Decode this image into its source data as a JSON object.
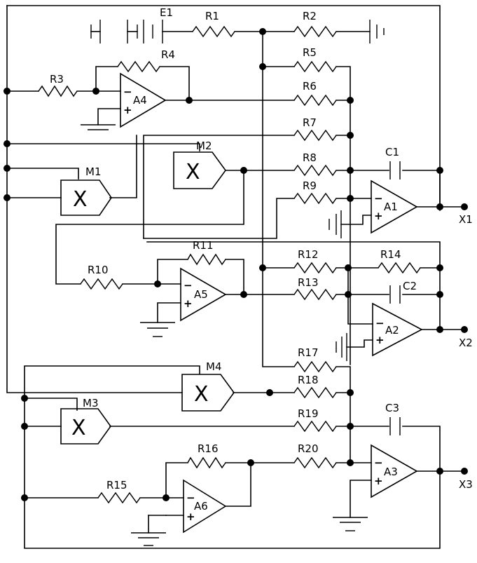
{
  "battery_label": "E1",
  "resistors": [
    "R1",
    "R2",
    "R3",
    "R4",
    "R5",
    "R6",
    "R7",
    "R8",
    "R9",
    "R10",
    "R11",
    "R12",
    "R13",
    "R14",
    "R15",
    "R16",
    "R17",
    "R18",
    "R19",
    "R20"
  ],
  "capacitors": [
    "C1",
    "C2",
    "C3"
  ],
  "opamps": [
    "A1",
    "A2",
    "A3",
    "A4",
    "A5",
    "A6"
  ],
  "multipliers": [
    "M1",
    "M2",
    "M3",
    "M4"
  ],
  "multiplier_symbol": "X",
  "outputs": [
    "X1",
    "X2",
    "X3"
  ],
  "input_minus": "−",
  "input_plus": "+"
}
